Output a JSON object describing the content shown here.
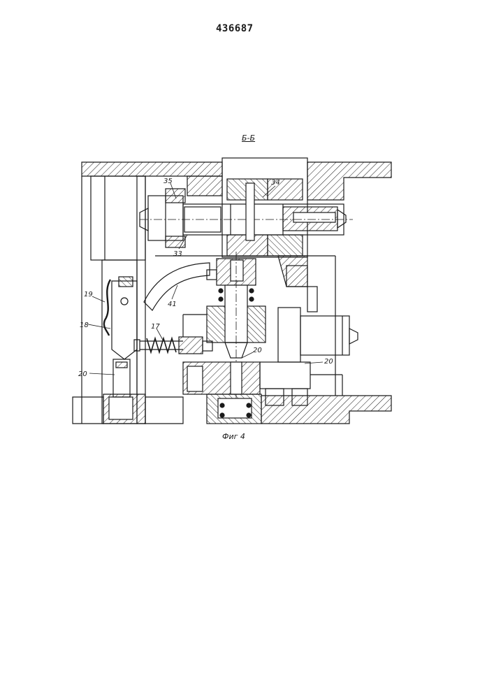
{
  "document": {
    "patent_number": "436687",
    "section_label": "Б-Б",
    "figure_caption": "Фиг 4"
  },
  "diagram": {
    "labels": {
      "l35": "35",
      "l34": "34",
      "l33": "33",
      "l41": "41",
      "l19": "19",
      "l18": "18",
      "l17": "17",
      "l20a": "20",
      "l20b": "20",
      "l20c": "20"
    }
  }
}
